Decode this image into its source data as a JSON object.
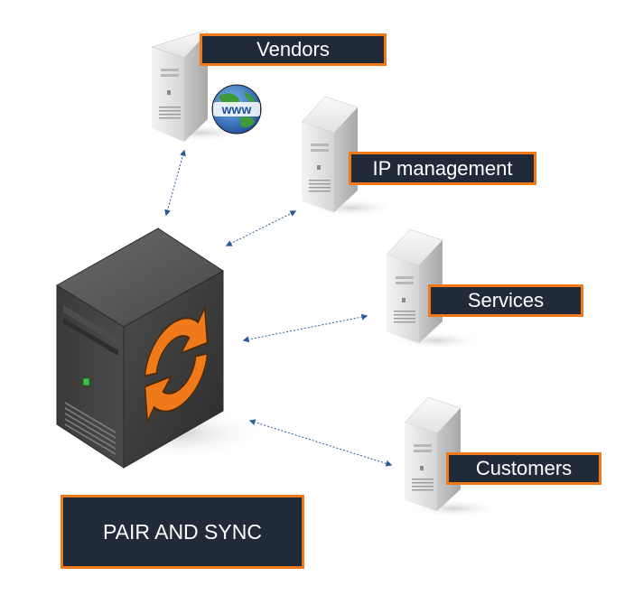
{
  "labels": {
    "vendors": "Vendors",
    "ip_management": "IP management",
    "services": "Services",
    "customers": "Customers",
    "main": "PAIR AND SYNC"
  },
  "icons": {
    "main_server": "server-tower-icon",
    "sync_badge": "sync-arrows-icon",
    "globe_badge": "www-globe-icon",
    "peer_server": "server-icon"
  },
  "colors": {
    "label_background": "#202a38",
    "label_border": "#f07a1a",
    "label_text": "#ffffff",
    "connector": "#2a5a9a",
    "sync_orange": "#f07a1a"
  }
}
